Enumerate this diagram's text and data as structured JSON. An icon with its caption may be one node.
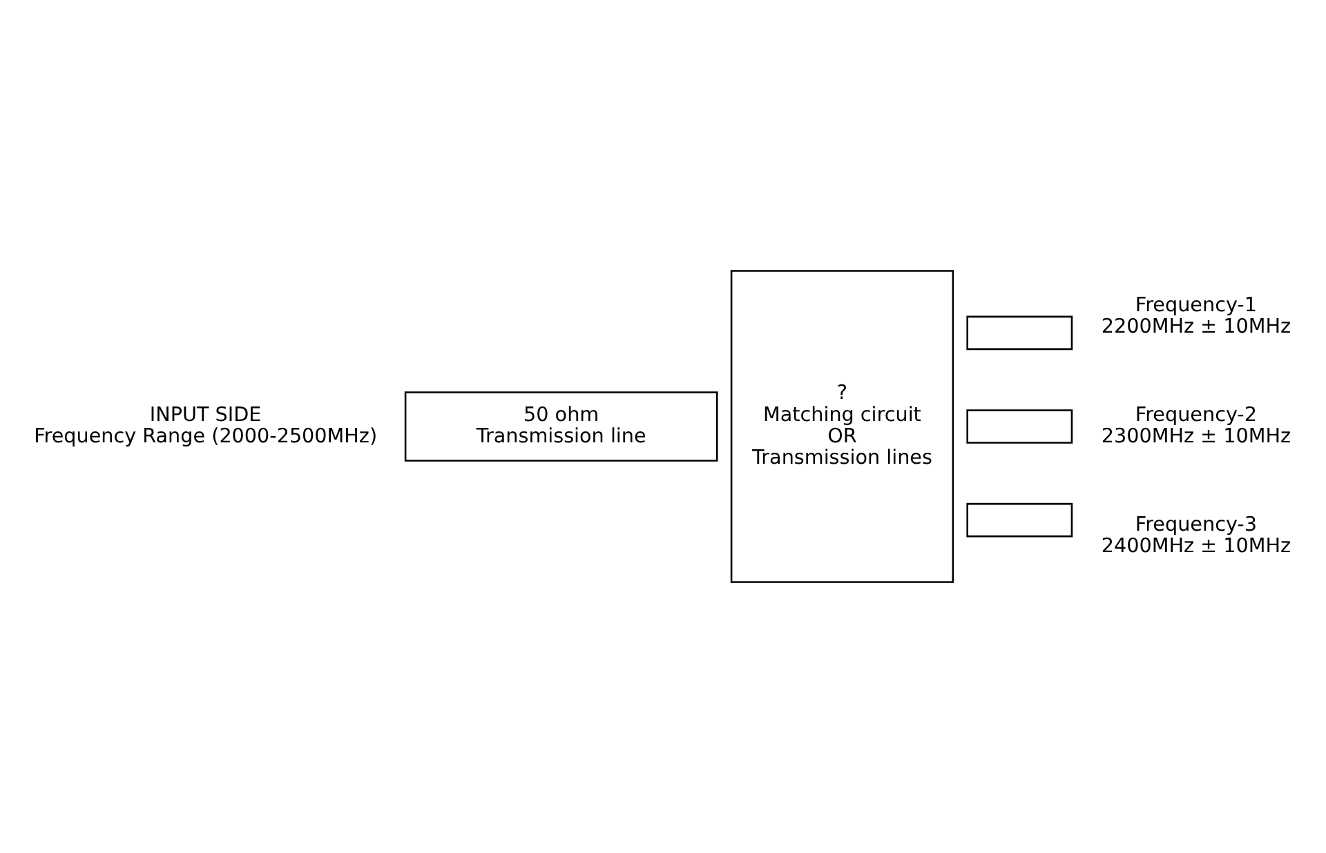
{
  "diagram": {
    "nodes": [
      {
        "text": [
          "50 ohm",
          "Transmission line"
        ],
        "beside": [
          "INPUT SIDE",
          "Frequency Range (2000-2500MHz)"
        ]
      },
      {
        "text": [
          "?",
          "Matching circuit",
          "OR",
          "Transmission lines"
        ]
      },
      {
        "text": [],
        "shape": "bar",
        "beside": [
          "Frequency-1",
          "2200MHz ± 10MHz"
        ]
      },
      {
        "text": [],
        "shape": "bar",
        "beside": [
          "Frequency-2",
          "2300MHz ± 10MHz"
        ]
      },
      {
        "text": [],
        "shape": "bar",
        "beside": [
          "Frequency-3",
          "2400MHz ± 10MHz"
        ]
      }
    ],
    "edges": []
  }
}
